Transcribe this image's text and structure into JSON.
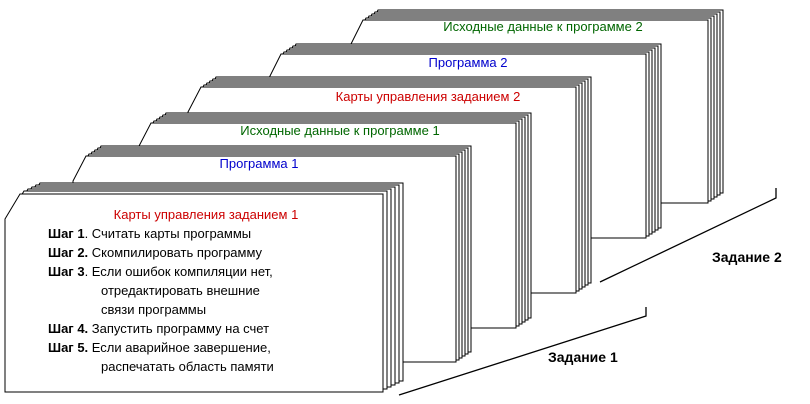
{
  "deck": {
    "job2_data_title": "Исходные данные к программе 2",
    "job2_program_title": "Программа  2",
    "job2_control_title": "Карты управления заданием 2",
    "job1_data_title": "Исходные данные к программе 1",
    "job1_program_title": "Программа 1",
    "job1_control_title": "Карты управления заданием 1"
  },
  "steps": [
    {
      "bold": "Шаг 1",
      "text": ". Считать карты программы"
    },
    {
      "bold": "Шаг 2.",
      "text": " Скомпилировать программу"
    },
    {
      "bold": "Шаг 3",
      "text": ". Если ошибок компиляции нет,"
    },
    {
      "bold": "",
      "text": "отредактировать внешние"
    },
    {
      "bold": "",
      "text": "связи программы"
    },
    {
      "bold": "Шаг 4.",
      "text": " Запустить программу на счет"
    },
    {
      "bold": "Шаг 5.",
      "text": " Если аварийное завершение,"
    },
    {
      "bold": "",
      "text": "распечатать область памяти"
    }
  ],
  "labels": {
    "job1": "Задание 1",
    "job2": "Задание 2"
  },
  "colors": {
    "control": "#cc0000",
    "program": "#0000cc",
    "data": "#006600"
  }
}
